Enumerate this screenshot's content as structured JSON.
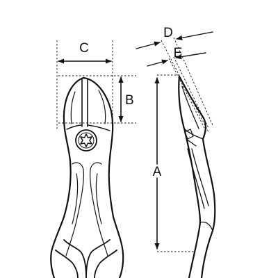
{
  "dimensions": {
    "a": "A",
    "b": "B",
    "c": "C",
    "d": "D",
    "e": "E"
  },
  "colors": {
    "ink": "#111111",
    "background": "#ffffff"
  },
  "icons": {
    "head_screw": "torx-screw-icon"
  }
}
